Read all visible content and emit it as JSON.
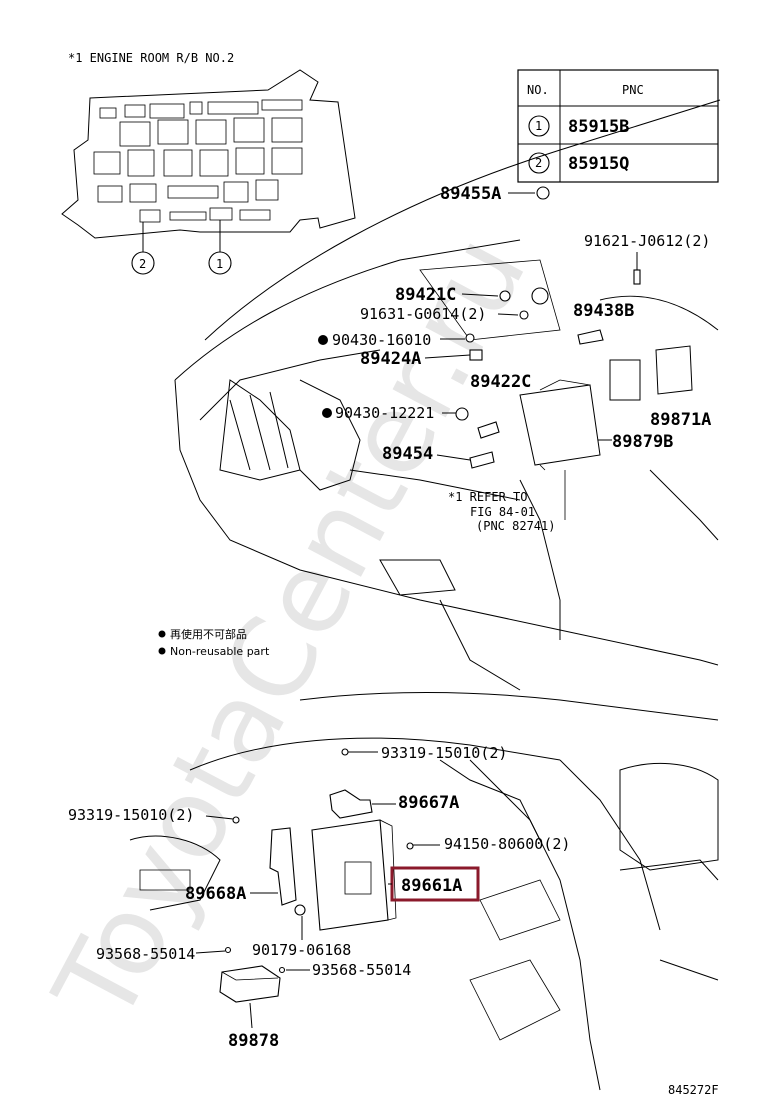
{
  "watermark": "ToyotaCenter.ru",
  "inset": {
    "title": "*1 ENGINE ROOM R/B NO.2",
    "callout_a": "2",
    "callout_b": "1"
  },
  "table": {
    "header_no": "NO.",
    "header_pnc": "PNC",
    "rows": [
      {
        "no": "1",
        "pnc": "85915B"
      },
      {
        "no": "2",
        "pnc": "85915Q"
      }
    ]
  },
  "labels": {
    "p89455A": "89455A",
    "p91621": "91621-J0612(2)",
    "p89421C": "89421C",
    "p91631": "91631-G0614(2)",
    "p89438B": "89438B",
    "p90430_16010": "90430-16010",
    "p89424A": "89424A",
    "p89422C": "89422C",
    "p90430_12221": "90430-12221",
    "p89871A": "89871A",
    "p89879B": "89879B",
    "p89454": "89454",
    "refer_1": "*1 REFER TO",
    "refer_2": "FIG 84-01",
    "refer_3": "(PNC 82741)",
    "p93319_top": "93319-15010(2)",
    "p89667A": "89667A",
    "p93319_left": "93319-15010(2)",
    "p94150": "94150-80600(2)",
    "p89661A": "89661A",
    "p89668A": "89668A",
    "p90179": "90179-06168",
    "p93568_left": "93568-55014",
    "p93568_right": "93568-55014",
    "p89878": "89878"
  },
  "legend": {
    "jp": "再使用不可部品",
    "en": "Non-reusable part"
  },
  "figure_code": "845272F",
  "highlight_color": "#8b1a2b"
}
